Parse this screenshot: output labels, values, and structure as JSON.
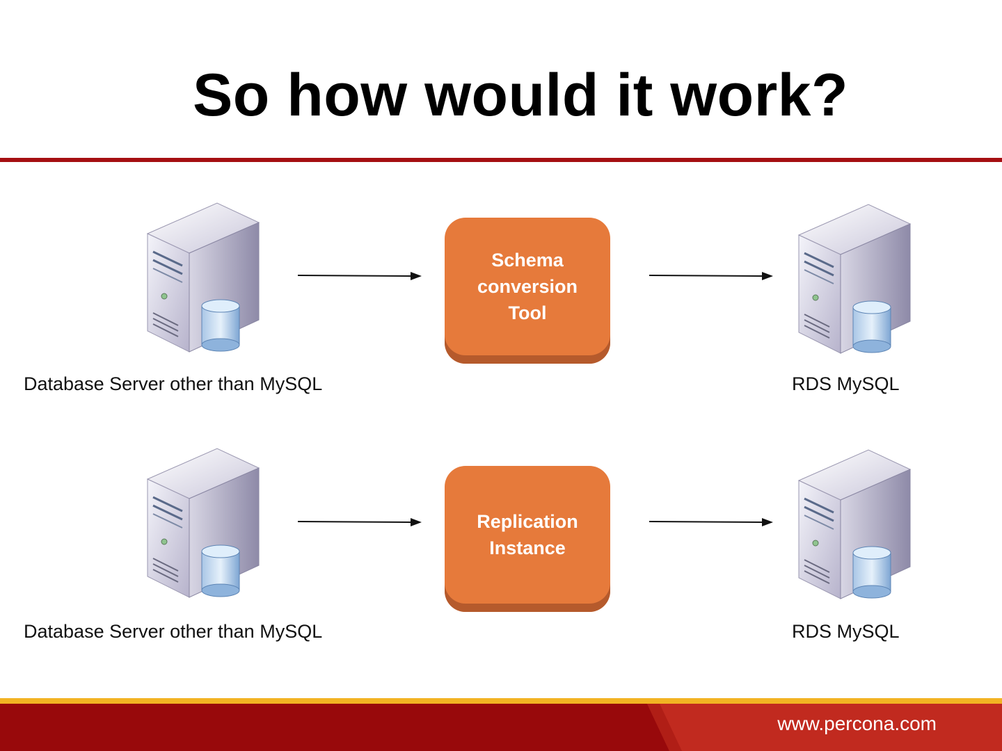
{
  "slide": {
    "title": "So how would it work?",
    "accent_color": "#a50f12",
    "box_color": "#e67a3b",
    "footer_url": "www.percona.com"
  },
  "rows": [
    {
      "source_label": "Database Server other than MySQL",
      "step_label": "Schema\nconversion\nTool",
      "target_label": "RDS MySQL"
    },
    {
      "source_label": "Database Server other than MySQL",
      "step_label": "Replication\nInstance",
      "target_label": "RDS MySQL"
    }
  ],
  "icons": {
    "server": "database-server-icon",
    "arrow": "arrow-right-icon"
  }
}
